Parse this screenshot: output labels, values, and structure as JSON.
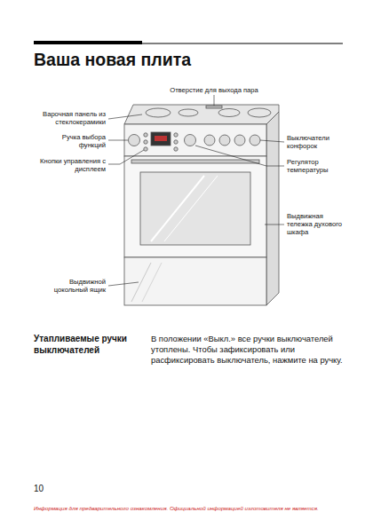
{
  "diagram": {
    "title": "Ваша новая плита",
    "labels": [
      "Отверстие для выхода пара",
      "Варочная панель из стеклокерамики",
      "Ручка выбора функций",
      "Кнопки управления с дисплеем",
      "Выключатели конфорок",
      "Регулятор температуры",
      "Выдвижная тележка духового шкафа",
      "Выдвижной цокольный ящик",
      "Утапливаемые ручки выключателей",
      "В положении «Выкл.» все ручки выключателей утоплены. Чтобы зафиксировать или расфиксировать выключатель, нажмите на ручку.",
      "10",
      "Информация для предварительного ознакомления. Официальной информацией изготовителя не является."
    ]
  }
}
